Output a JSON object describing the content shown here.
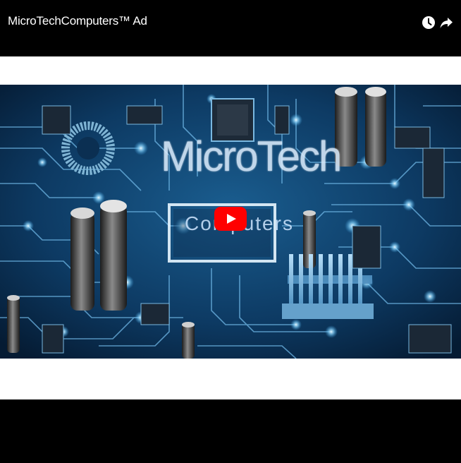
{
  "player": {
    "title": "MicroTechComputers™ Ad",
    "watch_later_icon": "clock-icon",
    "share_icon": "share-arrow-icon",
    "play_icon": "youtube-play-icon"
  },
  "thumbnail": {
    "brand_line1": "MicroTech",
    "brand_line2": "Computers",
    "colors": {
      "board": "#0a2744",
      "trace": "#6fb7e6",
      "glow": "#9fdcff",
      "play_red": "#ff0000"
    }
  }
}
